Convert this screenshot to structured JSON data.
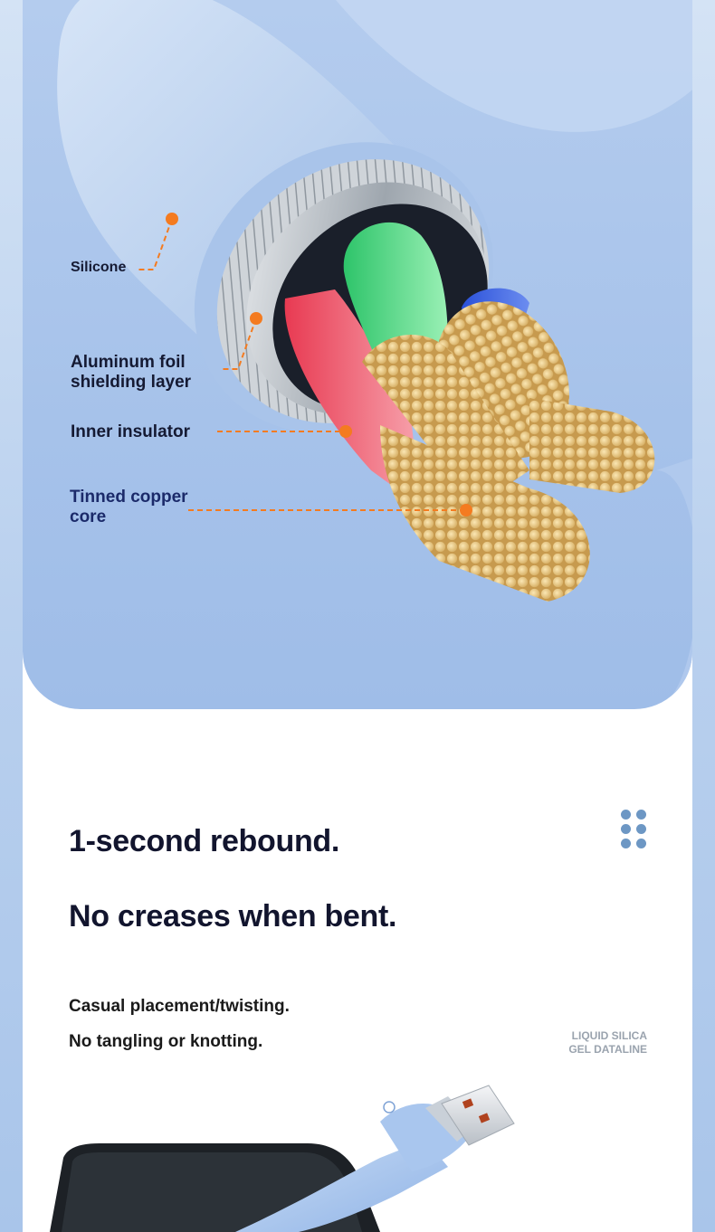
{
  "hero": {
    "callouts": {
      "silicone": "Silicone",
      "aluminum_line1": "Aluminum foil",
      "aluminum_line2": "shielding layer",
      "inner": "Inner insulator",
      "copper_line1": "Tinned copper",
      "copper_line2": "core"
    },
    "callout_color": "#f47b20"
  },
  "content": {
    "headline1": "1-second rebound.",
    "headline2": "No creases when bent.",
    "sub1": "Casual placement/twisting.",
    "sub2": "No tangling or knotting.",
    "tag_line1": "LIQUID SILICA",
    "tag_line2": "GEL DATALINE"
  },
  "colors": {
    "accent": "#a6c2ea",
    "dot": "#6d97c4",
    "text": "#12152e"
  }
}
